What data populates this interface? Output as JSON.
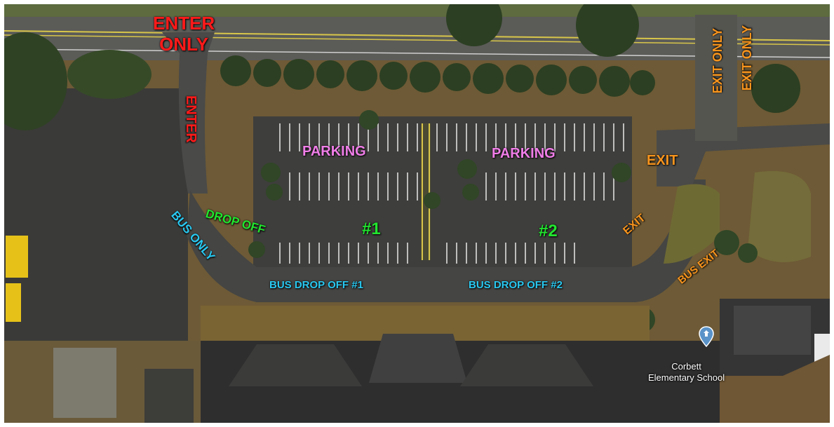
{
  "labels": {
    "enter_only_line1": "ENTER",
    "enter_only_line2": "ONLY",
    "enter": "ENTER",
    "parking_1": "PARKING",
    "parking_2": "PARKING",
    "drop_off": "DROP OFF",
    "bus_only": "BUS ONLY",
    "lot_1": "#1",
    "lot_2": "#2",
    "exit_top": "EXIT",
    "exit_angled": "EXIT",
    "bus_exit": "BUS EXIT",
    "exit_only_1": "EXIT ONLY",
    "exit_only_2": "EXIT ONLY",
    "bus_drop_off_1": "BUS DROP OFF #1",
    "bus_drop_off_2": "BUS DROP OFF #2"
  },
  "school": {
    "name_line1": "Corbett",
    "name_line2": "Elementary School"
  },
  "icons": {
    "school_marker": "map-pin-icon"
  },
  "colors": {
    "enter": "#ff1a1a",
    "parking": "#f07ee8",
    "drop_off": "#22e52f",
    "bus": "#29c8f0",
    "exit": "#f7941d",
    "lot_number": "#22e52f"
  }
}
